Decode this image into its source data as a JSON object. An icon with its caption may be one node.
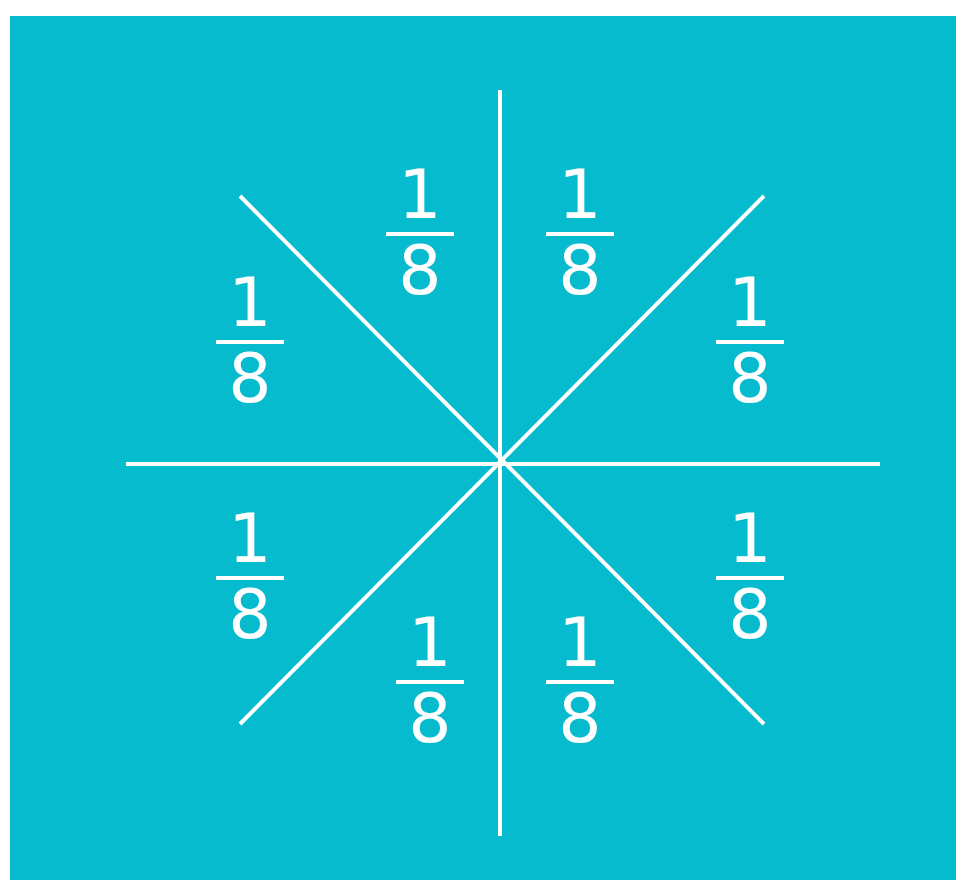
{
  "diagram": {
    "labels": [
      "1",
      "8",
      "1",
      "8",
      "1",
      "8",
      "1",
      "8",
      "1",
      "8",
      "1",
      "8",
      "1",
      "8",
      "1",
      "8"
    ]
  }
}
